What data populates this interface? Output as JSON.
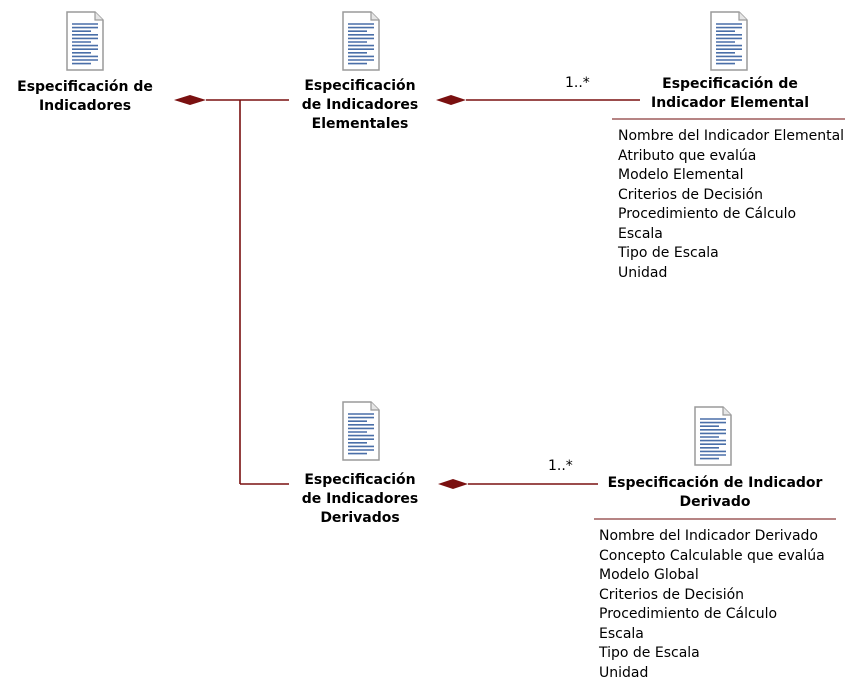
{
  "colors": {
    "connector": "#7a1010",
    "rule": "#8a3a3a",
    "icon_lines": "#4a6fa8"
  },
  "nodes": {
    "root": {
      "line1": "Especificación de",
      "line2": "Indicadores",
      "icon": "document-icon"
    },
    "elementales": {
      "line1": "Especificación",
      "line2": "de Indicadores",
      "line3": "Elementales",
      "icon": "document-icon"
    },
    "derivados": {
      "line1": "Especificación",
      "line2": "de Indicadores",
      "line3": "Derivados",
      "icon": "document-icon"
    },
    "elemental": {
      "line1": "Especificación de",
      "line2": "Indicador Elemental",
      "icon": "document-icon",
      "attributes": [
        "Nombre del Indicador Elemental",
        "Atributo que evalúa",
        "Modelo Elemental",
        "Criterios de Decisión",
        "Procedimiento de Cálculo",
        "Escala",
        "Tipo de Escala",
        "Unidad"
      ]
    },
    "derivado": {
      "line1": "Especificación de Indicador",
      "line2": "Derivado",
      "icon": "document-icon",
      "attributes": [
        "Nombre del Indicador Derivado",
        "Concepto Calculable que evalúa",
        "Modelo Global",
        "Criterios de Decisión",
        "Procedimiento de Cálculo",
        "Escala",
        "Tipo de Escala",
        "Unidad"
      ]
    }
  },
  "multiplicities": {
    "elemental": "1..*",
    "derivado": "1..*"
  }
}
